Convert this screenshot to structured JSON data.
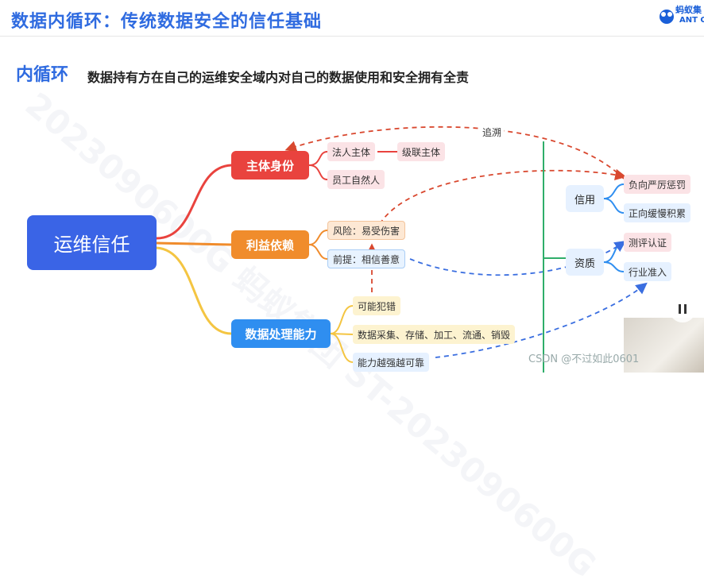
{
  "header": {
    "title": "数据内循环：传统数据安全的信任基础",
    "logo_cn": "蚂蚁集",
    "logo_en": "ANT GR"
  },
  "lead": {
    "key": "内循环",
    "text": "数据持有方在自己的运维安全域内对自己的数据使用和安全拥有全责"
  },
  "mindmap": {
    "root": "运维信任",
    "identity": {
      "label": "主体身份",
      "children": [
        "法人主体",
        "员工自然人"
      ],
      "sub": "级联主体"
    },
    "interest": {
      "label": "利益依赖",
      "children": [
        "风险：易受伤害",
        "前提：相信善意"
      ]
    },
    "process": {
      "label": "数据处理能力",
      "children": [
        "可能犯错",
        "数据采集、存储、加工、流通、销毁",
        "能力越强越可靠"
      ]
    },
    "right": {
      "credit": {
        "label": "信用",
        "children": [
          "负向严厉惩罚",
          "正向缓慢积累"
        ]
      },
      "qualification": {
        "label": "资质",
        "children": [
          "测评认证",
          "行业准入"
        ]
      }
    },
    "trace_label": "追溯"
  },
  "watermark": "2023090600G 蚂蚁集团 ST-2023090600G",
  "footer": {
    "credit": "CSDN @不过如此0601"
  },
  "colors": {
    "title": "#2f6be0",
    "root": "#3a64e6",
    "identity": "#e9433e",
    "interest": "#f08c2c",
    "process": "#2f8ef0",
    "divider": "#2fae6a"
  }
}
